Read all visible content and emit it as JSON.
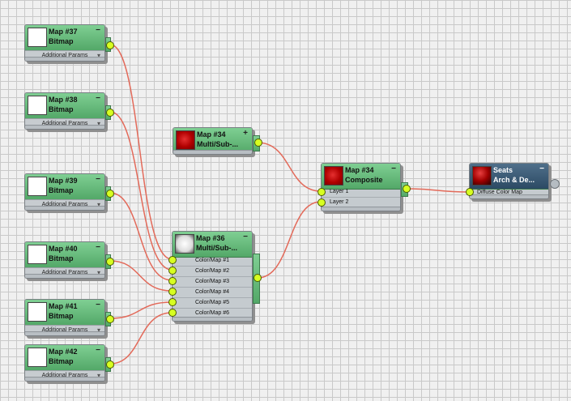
{
  "nodes": {
    "map37": {
      "title": "Map #37",
      "subtitle": "Bitmap",
      "params_label": "Additional Params"
    },
    "map38": {
      "title": "Map #38",
      "subtitle": "Bitmap",
      "params_label": "Additional Params"
    },
    "map39": {
      "title": "Map #39",
      "subtitle": "Bitmap",
      "params_label": "Additional Params"
    },
    "map40": {
      "title": "Map #40",
      "subtitle": "Bitmap",
      "params_label": "Additional Params"
    },
    "map41": {
      "title": "Map #41",
      "subtitle": "Bitmap",
      "params_label": "Additional Params"
    },
    "map42": {
      "title": "Map #42",
      "subtitle": "Bitmap",
      "params_label": "Additional Params"
    },
    "map34_multisub": {
      "title": "Map #34",
      "subtitle": "Multi/Sub-..."
    },
    "map36": {
      "title": "Map #36",
      "subtitle": "Multi/Sub-...",
      "slots": [
        "Color/Map #1",
        "Color/Map #2",
        "Color/Map #3",
        "Color/Map #4",
        "Color/Map #5",
        "Color/Map #6"
      ]
    },
    "map34_composite": {
      "title": "Map #34",
      "subtitle": "Composite",
      "slots": [
        "Layer 1",
        "Layer 2"
      ]
    },
    "seats": {
      "title": "Seats",
      "subtitle": "Arch & De...",
      "slots": [
        "Diffuse Color Map"
      ]
    }
  },
  "icons": {
    "collapse": "−",
    "expand": "+",
    "params_expand": "▾"
  },
  "colors": {
    "wire": "#e36a5a",
    "port": "#d7ff21",
    "header_green": "#5fb374",
    "header_blue": "#2c4a64"
  }
}
